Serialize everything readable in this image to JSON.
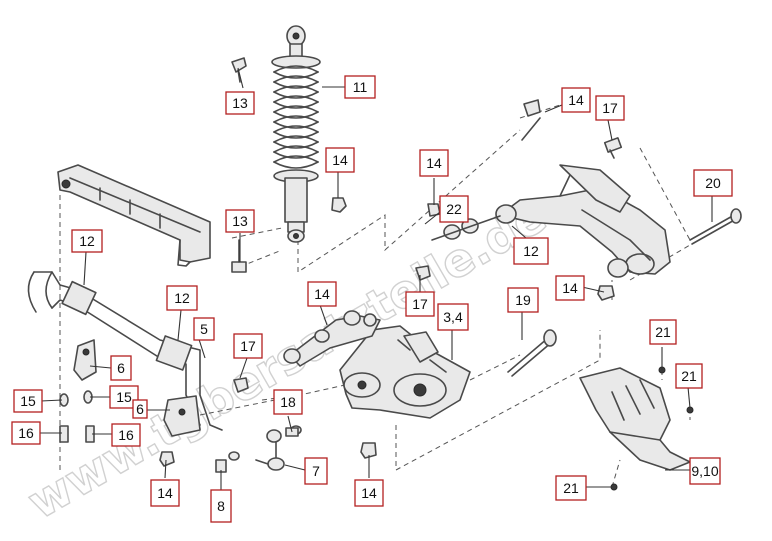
{
  "watermark": "www.tgbersatzteile.de",
  "labels": [
    {
      "id": "c13a",
      "text": "13",
      "lead": [
        [
          243,
          88
        ],
        [
          238,
          68
        ]
      ]
    },
    {
      "id": "c11",
      "text": "11",
      "lead": [
        [
          345,
          87
        ],
        [
          322,
          87
        ]
      ]
    },
    {
      "id": "c14a",
      "text": "14",
      "lead": [
        [
          338,
          172
        ],
        [
          338,
          198
        ]
      ]
    },
    {
      "id": "c14b",
      "text": "14",
      "lead": [
        [
          574,
          100
        ],
        [
          545,
          112
        ]
      ]
    },
    {
      "id": "c17a",
      "text": "17",
      "lead": [
        [
          608,
          120
        ],
        [
          612,
          140
        ]
      ]
    },
    {
      "id": "c20",
      "text": "20",
      "lead": [
        [
          712,
          196
        ],
        [
          712,
          222
        ]
      ]
    },
    {
      "id": "c14c",
      "text": "14",
      "lead": [
        [
          434,
          178
        ],
        [
          434,
          205
        ]
      ]
    },
    {
      "id": "c22",
      "text": "22",
      "lead": [
        [
          440,
          212
        ],
        [
          425,
          224
        ]
      ]
    },
    {
      "id": "c12a",
      "text": "12",
      "lead": [
        [
          526,
          238
        ],
        [
          512,
          226
        ]
      ]
    },
    {
      "id": "c13b",
      "text": "13",
      "lead": [
        [
          240,
          233
        ],
        [
          240,
          262
        ]
      ]
    },
    {
      "id": "c12b",
      "text": "12",
      "lead": [
        [
          86,
          252
        ],
        [
          84,
          285
        ]
      ]
    },
    {
      "id": "c14d",
      "text": "14",
      "lead": [
        [
          582,
          287
        ],
        [
          604,
          292
        ]
      ]
    },
    {
      "id": "c14e",
      "text": "14",
      "lead": [
        [
          320,
          305
        ],
        [
          327,
          325
        ]
      ]
    },
    {
      "id": "c17b",
      "text": "17",
      "lead": [
        [
          420,
          295
        ],
        [
          420,
          275
        ]
      ]
    },
    {
      "id": "c34",
      "text": "3,4",
      "lead": [
        [
          452,
          330
        ],
        [
          452,
          360
        ]
      ]
    },
    {
      "id": "c19",
      "text": "19",
      "lead": [
        [
          522,
          312
        ],
        [
          522,
          340
        ]
      ]
    },
    {
      "id": "c12c",
      "text": "12",
      "lead": [
        [
          181,
          310
        ],
        [
          178,
          340
        ]
      ]
    },
    {
      "id": "c5",
      "text": "5",
      "lead": [
        [
          196,
          330
        ],
        [
          205,
          358
        ]
      ]
    },
    {
      "id": "c21a",
      "text": "21",
      "lead": [
        [
          662,
          347
        ],
        [
          662,
          370
        ]
      ]
    },
    {
      "id": "c17c",
      "text": "17",
      "lead": [
        [
          247,
          358
        ],
        [
          240,
          378
        ]
      ]
    },
    {
      "id": "c6a",
      "text": "6",
      "lead": [
        [
          111,
          368
        ],
        [
          90,
          366
        ]
      ]
    },
    {
      "id": "c21b",
      "text": "21",
      "lead": [
        [
          688,
          387
        ],
        [
          690,
          408
        ]
      ]
    },
    {
      "id": "c15a",
      "text": "15",
      "lead": [
        [
          41,
          401
        ],
        [
          62,
          400
        ]
      ]
    },
    {
      "id": "c15b",
      "text": "15",
      "lead": [
        [
          110,
          397
        ],
        [
          90,
          397
        ]
      ]
    },
    {
      "id": "c18",
      "text": "18",
      "lead": [
        [
          288,
          416
        ],
        [
          292,
          432
        ]
      ]
    },
    {
      "id": "c6b",
      "text": "6",
      "lead": [
        [
          147,
          410
        ],
        [
          170,
          410
        ]
      ]
    },
    {
      "id": "c16a",
      "text": "16",
      "lead": [
        [
          40,
          433
        ],
        [
          62,
          433
        ]
      ]
    },
    {
      "id": "c16b",
      "text": "16",
      "lead": [
        [
          112,
          434
        ],
        [
          92,
          434
        ]
      ]
    },
    {
      "id": "c7",
      "text": "7",
      "lead": [
        [
          305,
          470
        ],
        [
          285,
          465
        ]
      ]
    },
    {
      "id": "c14f",
      "text": "14",
      "lead": [
        [
          165,
          478
        ],
        [
          166,
          460
        ]
      ]
    },
    {
      "id": "c14g",
      "text": "14",
      "lead": [
        [
          369,
          478
        ],
        [
          369,
          455
        ]
      ]
    },
    {
      "id": "c21c",
      "text": "21",
      "lead": [
        [
          586,
          487
        ],
        [
          612,
          487
        ]
      ]
    },
    {
      "id": "c910",
      "text": "9,10",
      "lead": [
        [
          690,
          470
        ],
        [
          665,
          470
        ]
      ]
    },
    {
      "id": "c8",
      "text": "8",
      "lead": [
        [
          221,
          490
        ],
        [
          221,
          470
        ]
      ]
    }
  ]
}
